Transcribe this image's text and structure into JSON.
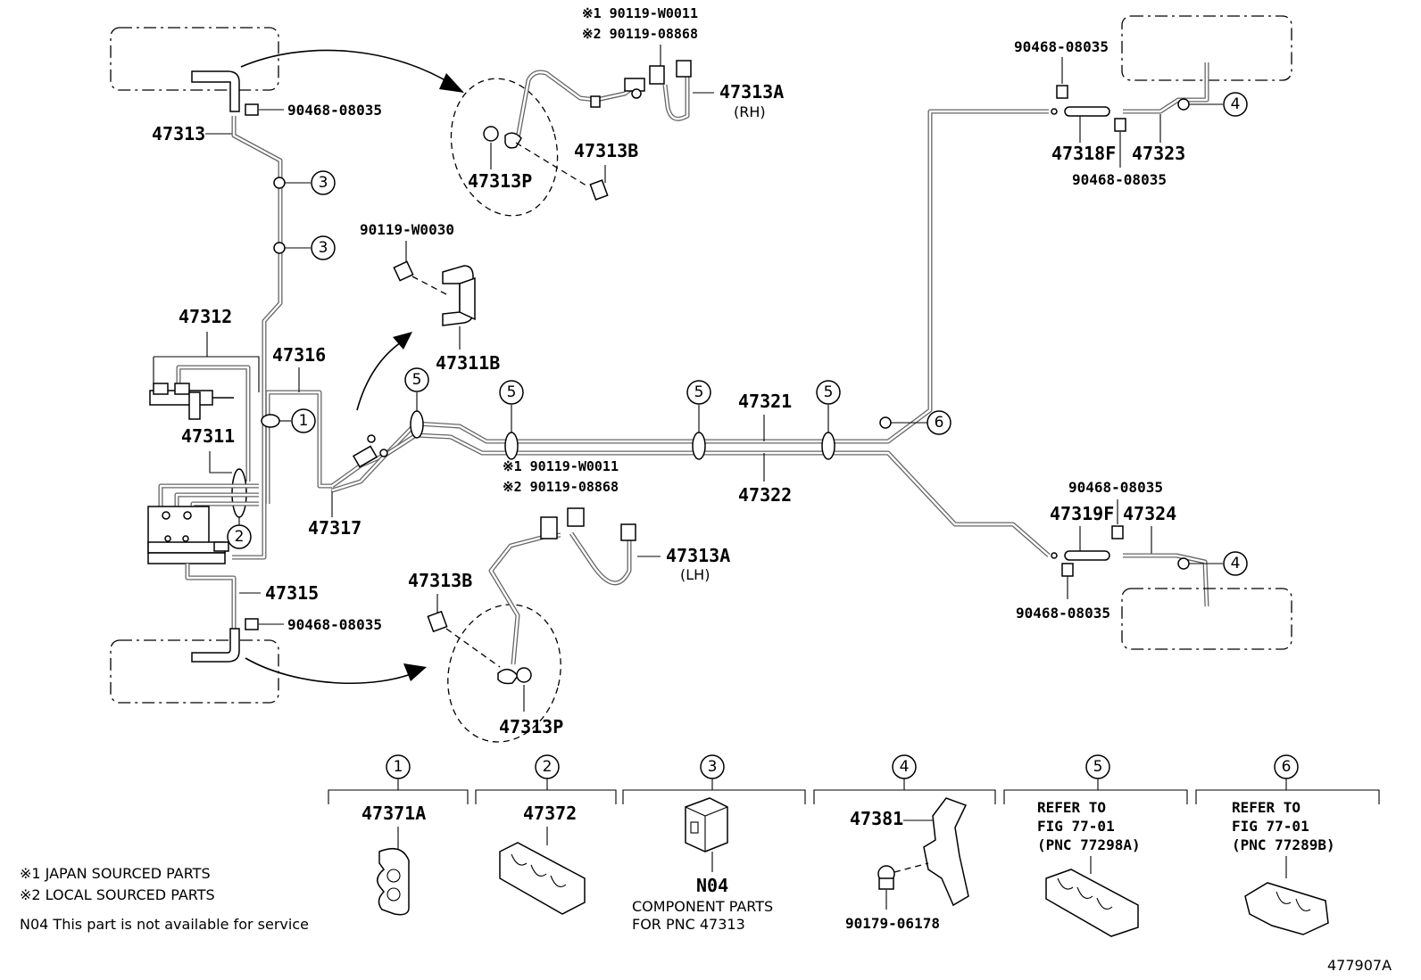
{
  "labels": {
    "p47313": "47313",
    "p47313_clip": "90468-08035",
    "p47313p_top": "47313P",
    "p47313b_top": "47313B",
    "top_note1": "※1 90119-W0011",
    "top_note2": "※2 90119-08868",
    "p47313a_rh": "47313A",
    "rh": "(RH)",
    "p90119w0030": "90119-W0030",
    "p47311b": "47311B",
    "p47312": "47312",
    "p47316": "47316",
    "p47311": "47311",
    "p47317": "47317",
    "p47315": "47315",
    "p47315_clip": "90468-08035",
    "mid_note1": "※1 90119-W0011",
    "mid_note2": "※2 90119-08868",
    "p47321": "47321",
    "p47322": "47322",
    "p47313b_bot": "47313B",
    "p47313a_lh": "47313A",
    "lh": "(LH)",
    "p47313p_bot": "47313P",
    "tr_clip_top": "90468-08035",
    "p47318f": "47318F",
    "p47323": "47323",
    "tr_clip_bot": "90468-08035",
    "br_clip_top": "90468-08035",
    "p47319f": "47319F",
    "p47324": "47324",
    "br_clip_bot": "90468-08035"
  },
  "callouts": {
    "c1": "1",
    "c2": "2",
    "c3a": "3",
    "c3b": "3",
    "c4a": "4",
    "c4b": "4",
    "c5a": "5",
    "c5b": "5",
    "c5c": "5",
    "c5d": "5",
    "c6": "6"
  },
  "legend_panels": [
    {
      "num": "1",
      "part": "47371A"
    },
    {
      "num": "2",
      "part": "47372"
    },
    {
      "num": "3",
      "part": "N04",
      "desc1": "COMPONENT PARTS",
      "desc2": "FOR PNC 47313"
    },
    {
      "num": "4",
      "part": "47381",
      "part2": "90179-06178"
    },
    {
      "num": "5",
      "ref1": "REFER TO",
      "ref2": "FIG 77-01",
      "ref3": "(PNC 77298A)"
    },
    {
      "num": "6",
      "ref1": "REFER TO",
      "ref2": "FIG 77-01",
      "ref3": "(PNC 77289B)"
    }
  ],
  "notes": {
    "n1": "※1 JAPAN SOURCED PARTS",
    "n2": "※2 LOCAL SOURCED PARTS",
    "n3": "N04 This part is not available for service"
  },
  "figure_id": "477907A"
}
